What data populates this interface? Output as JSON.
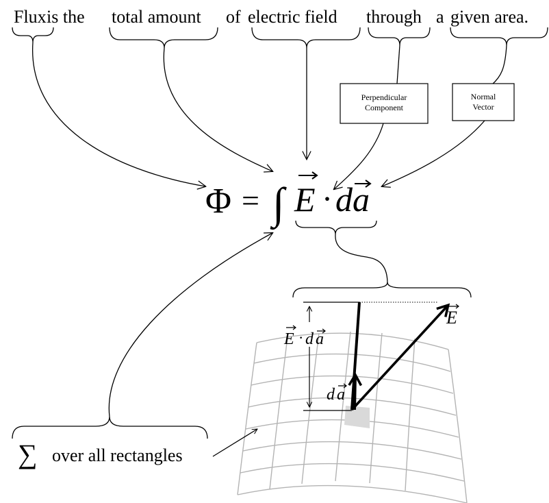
{
  "sentence": {
    "part1": "Flux",
    "part2": "is the",
    "part3": "total amount",
    "part4": "of",
    "part5": "electric field",
    "part6": "through",
    "part7": "a",
    "part8": "given area."
  },
  "boxes": {
    "perpendicular": {
      "line1": "Perpendicular",
      "line2": "Component"
    },
    "normal": {
      "line1": "Normal",
      "line2": "Vector"
    }
  },
  "equation": {
    "phi": "Φ",
    "equals": "=",
    "integral": "∫",
    "E": "E",
    "dot": "·",
    "d": "d",
    "a": "a"
  },
  "figure": {
    "e_label": "E",
    "dot_product_E": "E",
    "dot_product_dot": "·",
    "dot_product_d": "d",
    "dot_product_a": "a",
    "da_d": "d",
    "da_a": "a"
  },
  "sum": {
    "symbol": "∑",
    "label": "over all rectangles"
  }
}
